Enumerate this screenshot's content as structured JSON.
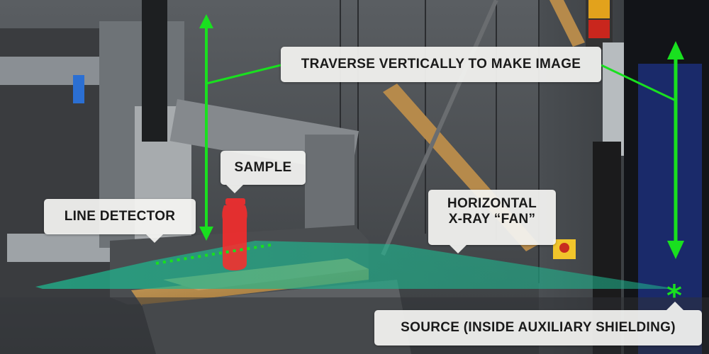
{
  "labels": {
    "traverse": "TRAVERSE VERTICALLY TO MAKE IMAGE",
    "sample": "SAMPLE",
    "line_detector": "LINE DETECTOR",
    "fan_line1": "HORIZONTAL",
    "fan_line2": "X-RAY “FAN”",
    "source": "SOURCE (INSIDE AUXILIARY SHIELDING)",
    "source_marker": "*"
  },
  "colors": {
    "annotation_green": "#19e01f",
    "fan_teal": "#1fb58e",
    "sample_red": "#ff2a2a",
    "label_bg": "#f4f4f2"
  },
  "icons": {
    "up_arrow": "double-headed-vertical-arrow-icon",
    "source_marker": "asterisk-icon"
  }
}
